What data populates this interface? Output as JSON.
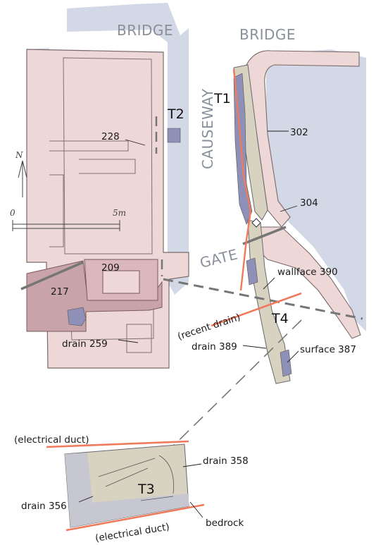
{
  "labels": {
    "bridge_left": "BRIDGE",
    "bridge_right": "BRIDGE",
    "causeway": "CAUSEWAY",
    "gate": "GATE",
    "t1": "T1",
    "t2": "T2",
    "t3": "T3",
    "t4": "T4",
    "n228": "228",
    "n302": "302",
    "n304": "304",
    "n209": "209",
    "n217": "217",
    "wallface390": "wallface 390",
    "recent_drain": "(recent drain)",
    "drain259": "drain 259",
    "drain389": "drain 389",
    "surface387": "surface 387",
    "electrical_duct_top": "(electrical duct)",
    "electrical_duct_bottom": "(electrical duct)",
    "drain358": "drain 358",
    "drain356": "drain 356",
    "bedrock": "bedrock",
    "north": "N",
    "scale_zero": "0",
    "scale_five": "5m"
  },
  "colors": {
    "river": "#d3d8e6",
    "building": "#eed7d7",
    "building_dark": "#c8a3aa",
    "building_mid": "#d9b7bd",
    "causeway": "#d8d2c0",
    "stone": "#8f90b8",
    "trench_line": "#f07a5c",
    "wall_line": "#767676"
  }
}
